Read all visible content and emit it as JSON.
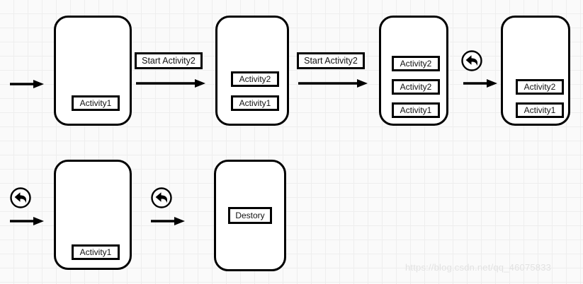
{
  "diagram": {
    "title": "Android Activity launch mode stack diagram",
    "background_color": "#fafafa",
    "grid_color": "#eeeeee",
    "stroke_color": "#000000",
    "fill_color": "#ffffff"
  },
  "frames": [
    {
      "id": "frame-1",
      "name": "phone-frame-1",
      "chips": [
        {
          "label": "Activity1"
        }
      ]
    },
    {
      "id": "frame-2",
      "name": "phone-frame-2",
      "chips": [
        {
          "label": "Activity2"
        },
        {
          "label": "Activity1"
        }
      ]
    },
    {
      "id": "frame-3",
      "name": "phone-frame-3",
      "chips": [
        {
          "label": "Activity2"
        },
        {
          "label": "Activity2"
        },
        {
          "label": "Activity1"
        }
      ]
    },
    {
      "id": "frame-4",
      "name": "phone-frame-4",
      "chips": [
        {
          "label": "Activity2"
        },
        {
          "label": "Activity1"
        }
      ]
    },
    {
      "id": "frame-5",
      "name": "phone-frame-5",
      "chips": [
        {
          "label": "Activity1"
        }
      ]
    },
    {
      "id": "frame-6",
      "name": "phone-frame-6",
      "chips": [
        {
          "label": "Destory"
        }
      ]
    }
  ],
  "labels": {
    "start_activity2_first": "Start Activity2",
    "start_activity2_second": "Start Activity2"
  },
  "icons": {
    "back": "back-arrow-icon",
    "arrow": "right-arrow-icon"
  },
  "watermark": {
    "text": "https://blog.csdn.net/qq_46075833",
    "color": "#e2e2e2"
  }
}
